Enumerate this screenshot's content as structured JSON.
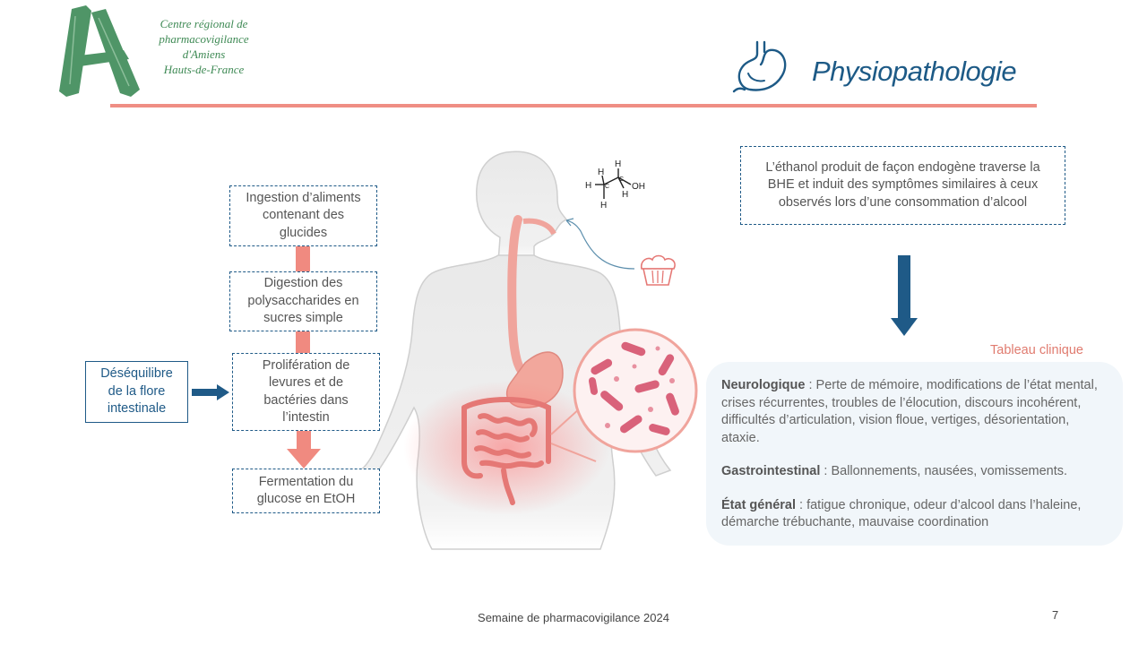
{
  "header": {
    "logo_lines": [
      "Centre régional de",
      "pharmacovigilance",
      "d'Amiens",
      "Hauts-de-France"
    ],
    "title": "Physiopathologie"
  },
  "flow": {
    "boxes": [
      "Ingestion d’aliments\ncontenant des\nglucides",
      "Digestion des\npolysaccharides en\nsucres simple",
      "Prolifération de\nlevures et de\nbactéries dans\nl’intestin",
      "Fermentation du\nglucose en EtOH"
    ],
    "cause_box": "Déséquilibre\nde la flore\nintestinale"
  },
  "molecule": {
    "H": "H",
    "C": "C",
    "OH": "OH"
  },
  "ethanol_box": "L’éthanol produit de façon endogène traverse la\nBHE et induit des symptômes similaires à ceux\nobservés lors d’une consommation d’alcool",
  "clinical": {
    "title": "Tableau clinique",
    "items": [
      {
        "label": "Neurologique",
        "text": " : Perte de mémoire, modifications de l’état mental, crises récurrentes, troubles de l’élocution, discours incohérent, difficultés d’articulation, vision floue, vertiges, désorientation, ataxie."
      },
      {
        "label": "Gastrointestinal",
        "text": " : Ballonnements, nausées, vomissements."
      },
      {
        "label": "État général",
        "text": " : fatigue chronique, odeur d’alcool dans l’haleine, démarche trébuchante, mauvaise coordination"
      }
    ]
  },
  "footer": {
    "text": "Semaine de pharmacovigilance 2024",
    "page": "7"
  },
  "colors": {
    "accent_red": "#ef8e84",
    "navy": "#1f5a87",
    "logo_green": "#3f8a55",
    "card_bg": "#f1f6fa"
  },
  "icons": [
    "logo-a-icon",
    "stomach-icon",
    "down-arrow-icon",
    "right-arrow-icon",
    "cupcake-icon",
    "bacteria-circle-icon",
    "ethanol-molecule-icon"
  ]
}
